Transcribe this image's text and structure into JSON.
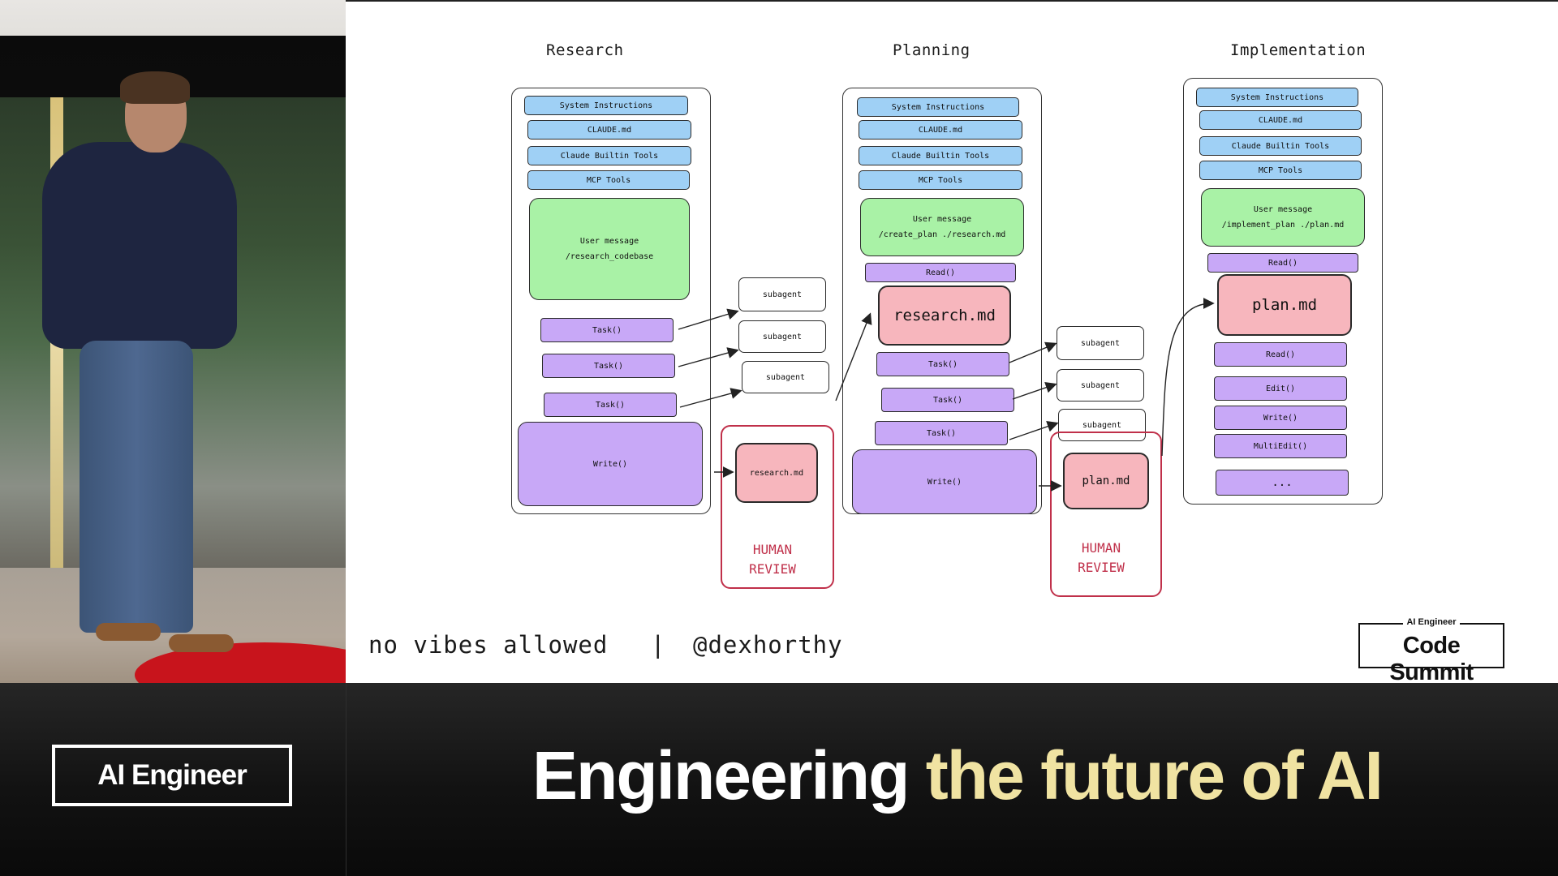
{
  "columns": {
    "research": {
      "title": "Research",
      "context": [
        "System Instructions",
        "CLAUDE.md",
        "Claude Builtin Tools",
        "MCP Tools"
      ],
      "user_message": {
        "line1": "User message",
        "line2": "/research_codebase"
      },
      "tasks": [
        "Task()",
        "Task()",
        "Task()"
      ],
      "write": "Write()",
      "subagents": [
        "subagent",
        "subagent",
        "subagent"
      ],
      "output": "research.md",
      "review": {
        "line1": "HUMAN",
        "line2": "REVIEW"
      }
    },
    "planning": {
      "title": "Planning",
      "context": [
        "System Instructions",
        "CLAUDE.md",
        "Claude Builtin Tools",
        "MCP Tools"
      ],
      "user_message": {
        "line1": "User message",
        "line2": "/create_plan ./research.md"
      },
      "read": "Read()",
      "input_doc": "research.md",
      "tasks": [
        "Task()",
        "Task()",
        "Task()"
      ],
      "write": "Write()",
      "subagents": [
        "subagent",
        "subagent",
        "subagent"
      ],
      "output": "plan.md",
      "review": {
        "line1": "HUMAN",
        "line2": "REVIEW"
      }
    },
    "implementation": {
      "title": "Implementation",
      "context": [
        "System Instructions",
        "CLAUDE.md",
        "Claude Builtin Tools",
        "MCP Tools"
      ],
      "user_message": {
        "line1": "User message",
        "line2": "/implement_plan ./plan.md"
      },
      "read": "Read()",
      "input_doc": "plan.md",
      "tools": [
        "Read()",
        "Edit()",
        "Write()",
        "MultiEdit()",
        "..."
      ]
    }
  },
  "footer": {
    "left": "no vibes allowed",
    "separator": "|",
    "handle": "@dexhorthy"
  },
  "slide_logo": {
    "small": "AI Engineer",
    "big": "Code Summit"
  },
  "banner": {
    "logo": "AI Engineer",
    "tagline_white": "Engineering",
    "tagline_yellow": "the future of AI",
    "colors": {
      "white": "#ffffff",
      "yellow": "#f0e3a2",
      "review_red": "#c0304a"
    }
  }
}
